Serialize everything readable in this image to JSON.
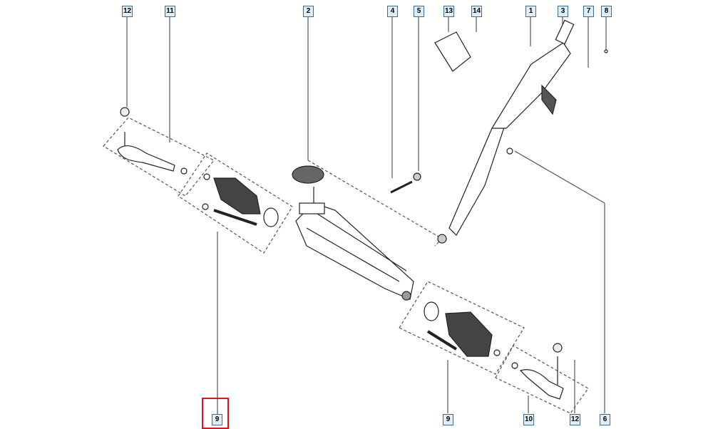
{
  "diagram": {
    "callouts_top": [
      "12",
      "11",
      "2",
      "4",
      "5",
      "13",
      "14",
      "1",
      "3",
      "7",
      "8"
    ],
    "callouts_bottom": [
      "9",
      "9",
      "10",
      "12",
      "6"
    ],
    "highlighted_callout": "9",
    "highlight_color": "#e0151b",
    "label_border_color": "#3a6f8f"
  }
}
